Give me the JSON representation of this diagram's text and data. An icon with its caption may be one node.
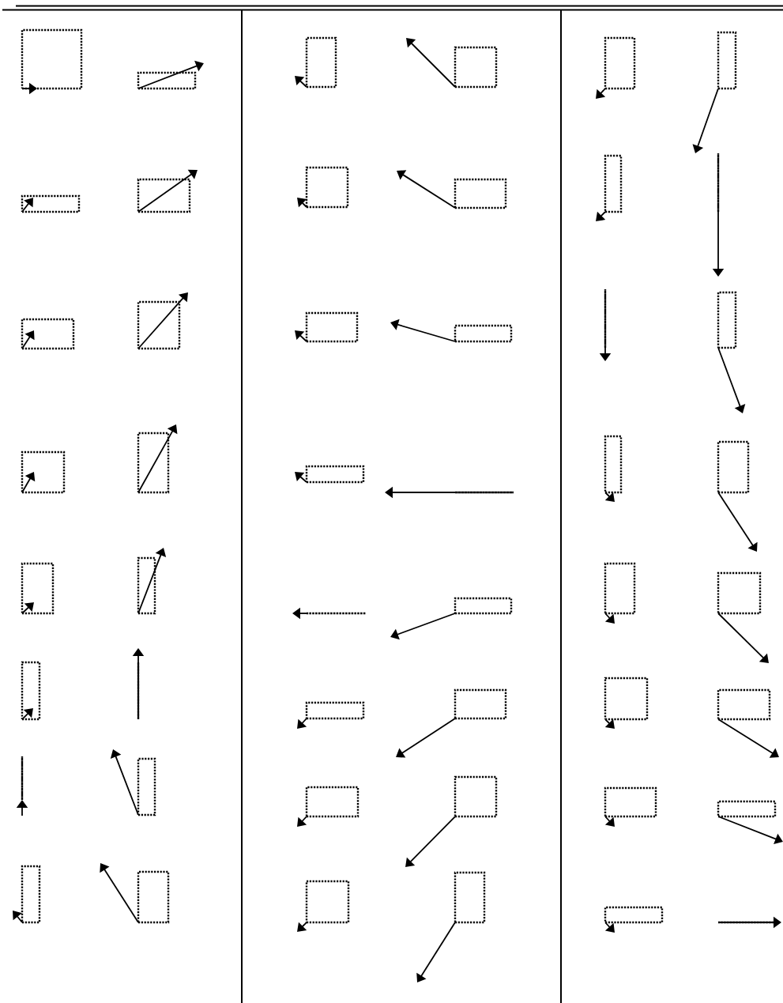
{
  "diagram": {
    "nodes": [
      {
        "text": [],
        "shape": "box"
      },
      {
        "text": [],
        "shape": "box"
      },
      {
        "text": [],
        "shape": "box"
      },
      {
        "text": [],
        "shape": "box"
      },
      {
        "text": [],
        "shape": "box"
      },
      {
        "text": [],
        "shape": "box"
      },
      {
        "text": [],
        "shape": "box"
      },
      {
        "text": [],
        "shape": "box"
      },
      {
        "text": [],
        "shape": "box"
      },
      {
        "text": [],
        "shape": "box"
      },
      {
        "text": [],
        "shape": "box"
      },
      {
        "text": [],
        "shape": "box"
      },
      {
        "text": [],
        "shape": "box"
      },
      {
        "text": [],
        "shape": "box"
      },
      {
        "text": [],
        "shape": "box"
      },
      {
        "text": [],
        "shape": "box"
      },
      {
        "text": [],
        "shape": "box"
      },
      {
        "text": [],
        "shape": "box"
      },
      {
        "text": [],
        "shape": "box"
      },
      {
        "text": [],
        "shape": "box"
      },
      {
        "text": [],
        "shape": "box"
      },
      {
        "text": [],
        "shape": "box"
      },
      {
        "text": [],
        "shape": "box"
      },
      {
        "text": [],
        "shape": "box"
      },
      {
        "text": [],
        "shape": "box"
      },
      {
        "text": [],
        "shape": "box"
      },
      {
        "text": [],
        "shape": "box"
      },
      {
        "text": [],
        "shape": "box"
      },
      {
        "text": [],
        "shape": "box"
      },
      {
        "text": [],
        "shape": "box"
      },
      {
        "text": [],
        "shape": "box"
      },
      {
        "text": [],
        "shape": "box"
      },
      {
        "text": [],
        "shape": "box"
      },
      {
        "text": [],
        "shape": "box"
      },
      {
        "text": [],
        "shape": "box"
      },
      {
        "text": [],
        "shape": "box"
      },
      {
        "text": [],
        "shape": "box"
      },
      {
        "text": [],
        "shape": "box"
      },
      {
        "text": [],
        "shape": "box"
      },
      {
        "text": [],
        "shape": "box"
      },
      {
        "text": [],
        "shape": "box"
      },
      {
        "text": [],
        "shape": "box"
      },
      {
        "text": [],
        "shape": "box"
      },
      {
        "text": [],
        "shape": "box"
      },
      {
        "text": [],
        "shape": "box"
      },
      {
        "text": [],
        "shape": "box"
      },
      {
        "text": [],
        "shape": "box"
      },
      {
        "text": [],
        "shape": "box"
      }
    ],
    "edges": [
      {
        "from": 0,
        "to": null,
        "arrow": "to"
      },
      {
        "from": 1,
        "to": null,
        "arrow": "to"
      },
      {
        "from": 2,
        "to": null,
        "arrow": "to"
      },
      {
        "from": 3,
        "to": null,
        "arrow": "to"
      },
      {
        "from": 4,
        "to": null,
        "arrow": "to"
      },
      {
        "from": 5,
        "to": null,
        "arrow": "to"
      },
      {
        "from": null,
        "to": 6,
        "arrow": "to"
      },
      {
        "from": 7,
        "to": null,
        "arrow": "to"
      },
      {
        "from": 8,
        "to": null,
        "arrow": "to"
      },
      {
        "from": 9,
        "to": null,
        "arrow": "to"
      },
      {
        "from": 10,
        "to": null,
        "arrow": "to"
      },
      {
        "from": 11,
        "to": null,
        "arrow": "to"
      },
      {
        "from": 12,
        "to": null,
        "arrow": "to"
      },
      {
        "from": 13,
        "to": null,
        "arrow": "to"
      },
      {
        "from": 14,
        "to": null,
        "arrow": "to"
      },
      {
        "from": 15,
        "to": null,
        "arrow": "to"
      },
      {
        "from": 16,
        "to": null,
        "arrow": "to"
      },
      {
        "from": 17,
        "to": null,
        "arrow": "to"
      },
      {
        "from": 18,
        "to": null,
        "arrow": "to"
      },
      {
        "from": 19,
        "to": null,
        "arrow": "to"
      },
      {
        "from": 20,
        "to": null,
        "arrow": "to"
      },
      {
        "from": 21,
        "to": null,
        "arrow": "to"
      },
      {
        "from": 22,
        "to": null,
        "arrow": "to"
      },
      {
        "from": 23,
        "to": null,
        "arrow": "to"
      },
      {
        "from": 24,
        "to": null,
        "arrow": "to"
      },
      {
        "from": 25,
        "to": null,
        "arrow": "to"
      },
      {
        "from": 26,
        "to": null,
        "arrow": "to"
      },
      {
        "from": 27,
        "to": null,
        "arrow": "to"
      },
      {
        "from": 28,
        "to": null,
        "arrow": "to"
      },
      {
        "from": 29,
        "to": null,
        "arrow": "to"
      },
      {
        "from": 30,
        "to": null,
        "arrow": "to"
      },
      {
        "from": 31,
        "to": null,
        "arrow": "to"
      },
      {
        "from": 32,
        "to": null,
        "arrow": "to"
      },
      {
        "from": 33,
        "to": null,
        "arrow": "to"
      },
      {
        "from": 34,
        "to": null,
        "arrow": "to"
      },
      {
        "from": 35,
        "to": null,
        "arrow": "to"
      },
      {
        "from": 36,
        "to": null,
        "arrow": "to"
      },
      {
        "from": 37,
        "to": null,
        "arrow": "to"
      },
      {
        "from": 38,
        "to": null,
        "arrow": "to"
      },
      {
        "from": 39,
        "to": null,
        "arrow": "to"
      },
      {
        "from": 40,
        "to": null,
        "arrow": "to"
      },
      {
        "from": 41,
        "to": null,
        "arrow": "to"
      },
      {
        "from": 42,
        "to": null,
        "arrow": "to"
      },
      {
        "from": 43,
        "to": null,
        "arrow": "to"
      },
      {
        "from": 44,
        "to": null,
        "arrow": "to"
      },
      {
        "from": 45,
        "to": null,
        "arrow": "to"
      },
      {
        "from": 46,
        "to": null,
        "arrow": "to"
      },
      {
        "from": 47,
        "to": null,
        "arrow": "to"
      }
    ]
  }
}
